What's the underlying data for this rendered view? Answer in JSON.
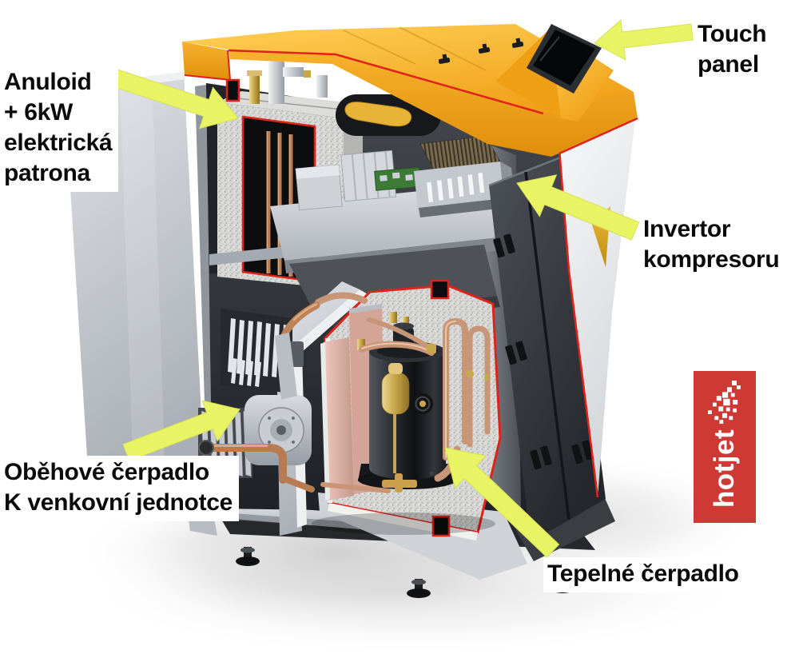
{
  "page": {
    "background": "#ffffff",
    "description": "Annotated cutaway illustration of a hotjet indoor heat-pump unit"
  },
  "annotations": {
    "touch_panel": {
      "line1": "Touch",
      "line2": "panel"
    },
    "anuloid": {
      "line1": "Anuloid",
      "line2": "+ 6kW",
      "line3": "elektrická",
      "line4": "patrona"
    },
    "invertor": {
      "line1": "Invertor",
      "line2": "kompresoru"
    },
    "obehove_cerpadlo": {
      "line1": "Oběhové čerpadlo",
      "line2": "K venkovní jednotce"
    },
    "tepelne_cerpadlo": {
      "line1": "Tepelné čerpadlo"
    }
  },
  "logo": {
    "text": "hotjet",
    "background": "#ce3a33",
    "foreground": "#ffffff"
  },
  "colors": {
    "arrow_fill": "#e9f464",
    "arrow_edge": "#d5e054",
    "label_text": "#0a0a0a",
    "label_background": "#ffffff",
    "top_cover_orange": "#f6a81c",
    "cut_edge_red": "#e02317",
    "cabinet_light_gray": "#c6cacf",
    "cabinet_dark_gray": "#33363b",
    "copper": "#c89577",
    "brass": "#c9a84c",
    "insulation_gray": "#d7d7d5",
    "touch_screen_black": "#0a0b0d"
  }
}
